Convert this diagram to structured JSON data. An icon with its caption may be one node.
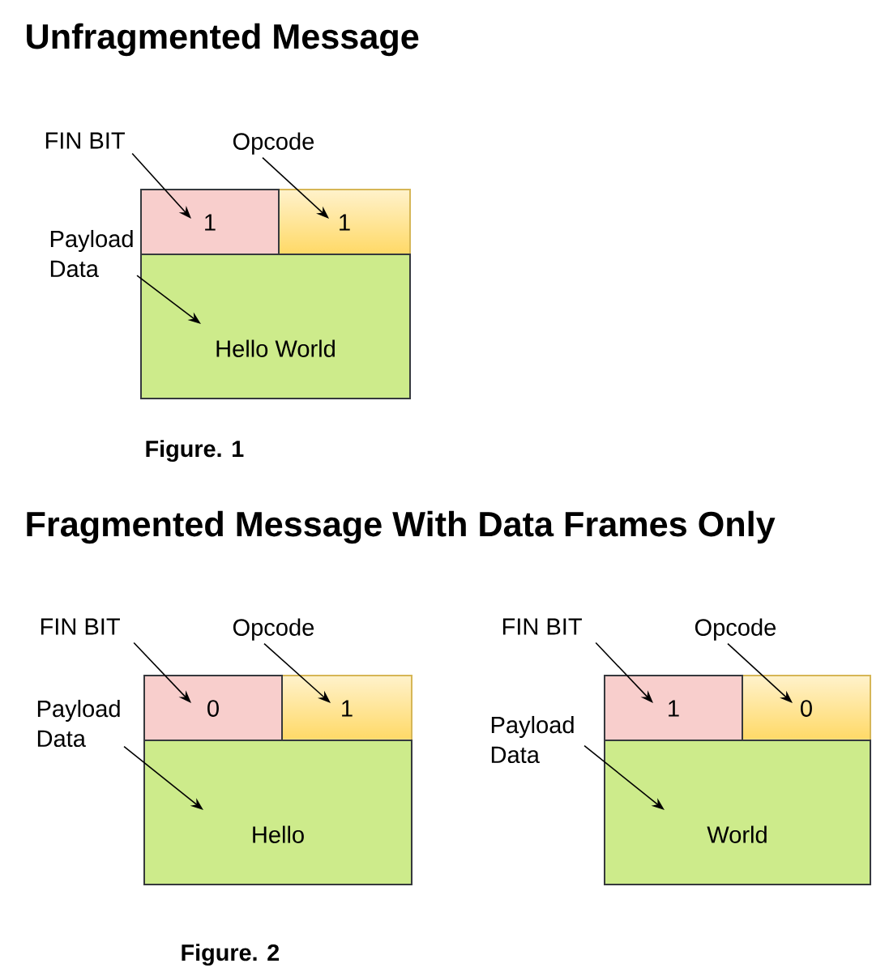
{
  "diagram": {
    "title": "Unfragmented Message",
    "nodes": [
      {
        "text": [
          "FIN BIT"
        ]
      },
      {
        "text": [
          "Opcode"
        ]
      },
      {
        "text": [
          "1"
        ]
      },
      {
        "text": [
          "1"
        ]
      },
      {
        "text": [
          "Payload Data"
        ]
      },
      {
        "text": [
          "Hello World"
        ]
      },
      {
        "text": [
          "FIN BIT"
        ]
      },
      {
        "text": [
          "Opcode"
        ]
      },
      {
        "text": [
          "0"
        ]
      },
      {
        "text": [
          "1"
        ]
      },
      {
        "text": [
          "Payload Data"
        ]
      },
      {
        "text": [
          "Hello"
        ]
      },
      {
        "text": [
          "FIN BIT"
        ]
      },
      {
        "text": [
          "Opcode"
        ]
      },
      {
        "text": [
          "1"
        ]
      },
      {
        "text": [
          "0"
        ]
      },
      {
        "text": [
          "Payload Data"
        ]
      },
      {
        "text": [
          "World"
        ]
      }
    ],
    "edges": [
      {
        "from": 0,
        "to": 2,
        "arrow": "to"
      },
      {
        "from": 1,
        "to": 3,
        "arrow": "to"
      },
      {
        "from": 4,
        "to": 5,
        "arrow": "to"
      },
      {
        "from": 6,
        "to": 8,
        "arrow": "to"
      },
      {
        "from": 7,
        "to": 9,
        "arrow": "to"
      },
      {
        "from": 10,
        "to": 11,
        "arrow": "to"
      },
      {
        "from": 12,
        "to": 14,
        "arrow": "to"
      },
      {
        "from": 13,
        "to": 15,
        "arrow": "to"
      },
      {
        "from": 16,
        "to": 17,
        "arrow": "to"
      }
    ],
    "labels": [
      "Figure. 1",
      "Fragmented Message With Data Frames Only",
      "Figure. 2"
    ]
  }
}
